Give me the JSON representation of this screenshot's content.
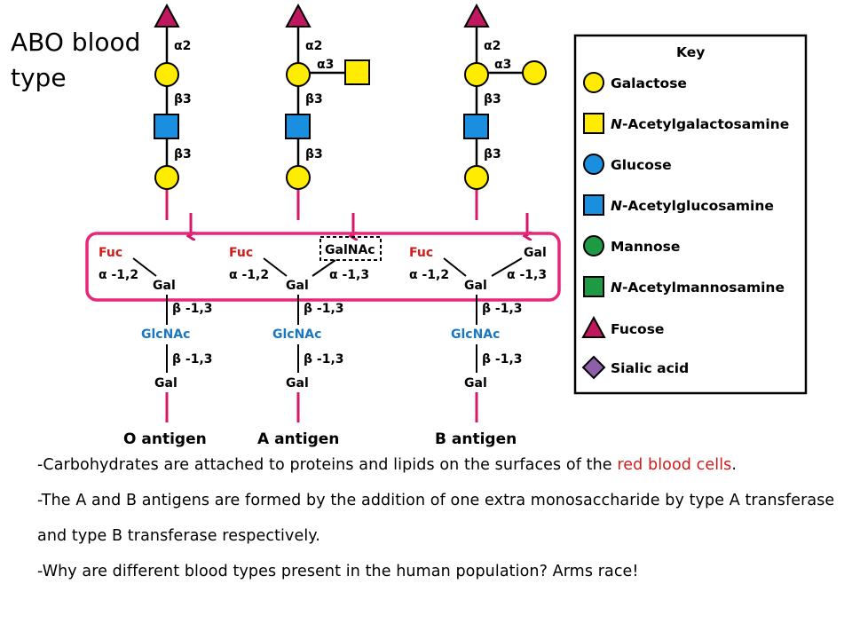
{
  "title": "ABO blood type",
  "colors": {
    "galactose": "#ffec00",
    "n_acetylgalactosamine": "#ffec00",
    "glucose": "#1a8fe0",
    "n_acetylglucosamine": "#1a8fe0",
    "mannose": "#1e9a45",
    "n_acetylmannosamine": "#1e9a45",
    "fucose": "#c0185f",
    "sialic_acid": "#8c5fa8",
    "stem": "#d4186a",
    "box": "#e8267a",
    "glcnac_text": "#1a78c2",
    "highlight_text": "#d11a1a"
  },
  "chains": [
    {
      "links": [
        "α2",
        "β3",
        "β3"
      ],
      "side_link": ""
    },
    {
      "links": [
        "α2",
        "β3",
        "β3"
      ],
      "side_link": "α3"
    },
    {
      "links": [
        "α2",
        "β3",
        "β3"
      ],
      "side_link": "α3"
    }
  ],
  "antigens": [
    {
      "left_sugar": "Fuc",
      "left_link": "α -1,2",
      "right_sugar": "",
      "right_link": "",
      "gal": "Gal",
      "link1": "β -1,3",
      "glcnac": "GlcNAc",
      "link2": "β -1,3",
      "bottom": "Gal",
      "caption": "O antigen"
    },
    {
      "left_sugar": "Fuc",
      "left_link": "α -1,2",
      "right_sugar": "GalNAc",
      "right_link": "α -1,3",
      "gal": "Gal",
      "link1": "β -1,3",
      "glcnac": "GlcNAc",
      "link2": "β -1,3",
      "bottom": "Gal",
      "caption": "A antigen"
    },
    {
      "left_sugar": "Fuc",
      "left_link": "α -1,2",
      "right_sugar": "Gal",
      "right_link": "α -1,3",
      "gal": "Gal",
      "link1": "β -1,3",
      "glcnac": "GlcNAc",
      "link2": "β -1,3",
      "bottom": "Gal",
      "caption": "B antigen"
    }
  ],
  "key": {
    "title": "Key",
    "items": [
      {
        "shape": "circle",
        "color": "#ffec00",
        "label": "Galactose",
        "italic_prefix": ""
      },
      {
        "shape": "square",
        "color": "#ffec00",
        "label": "-Acetylgalactosamine",
        "italic_prefix": "N"
      },
      {
        "shape": "circle",
        "color": "#1a8fe0",
        "label": "Glucose",
        "italic_prefix": ""
      },
      {
        "shape": "square",
        "color": "#1a8fe0",
        "label": "-Acetylglucosamine",
        "italic_prefix": "N"
      },
      {
        "shape": "circle",
        "color": "#1e9a45",
        "label": "Mannose",
        "italic_prefix": ""
      },
      {
        "shape": "square",
        "color": "#1e9a45",
        "label": "-Acetylmannosamine",
        "italic_prefix": "N"
      },
      {
        "shape": "triangle",
        "color": "#c0185f",
        "label": "Fucose",
        "italic_prefix": ""
      },
      {
        "shape": "diamond",
        "color": "#8c5fa8",
        "label": "Sialic acid",
        "italic_prefix": ""
      }
    ]
  },
  "notes": {
    "line1_prefix": "-Carbohydrates are attached to proteins and lipids on the surfaces of the ",
    "line1_highlight": "red blood cells",
    "line1_suffix": ".",
    "line2": "-The A and B antigens are formed by the addition of one extra monosaccharide by type A transferase and type B transferase respectively.",
    "line3": "-Why are different blood types present in the human population? Arms race!"
  }
}
